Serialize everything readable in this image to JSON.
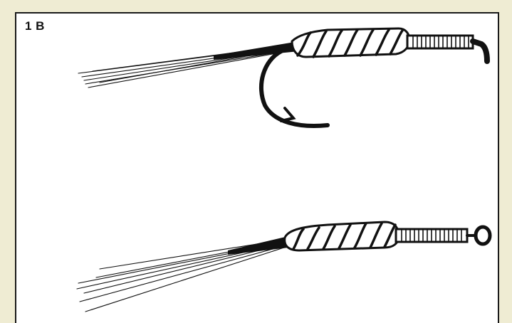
{
  "figure": {
    "label": "1 B"
  },
  "colors": {
    "background": "#efecd3",
    "panel": "#ffffff",
    "ink": "#111111"
  },
  "illustrations": [
    {
      "name": "fly-on-hook",
      "icon": "hook-fly-drawing"
    },
    {
      "name": "fly-with-eye",
      "icon": "eyed-fly-drawing"
    }
  ]
}
